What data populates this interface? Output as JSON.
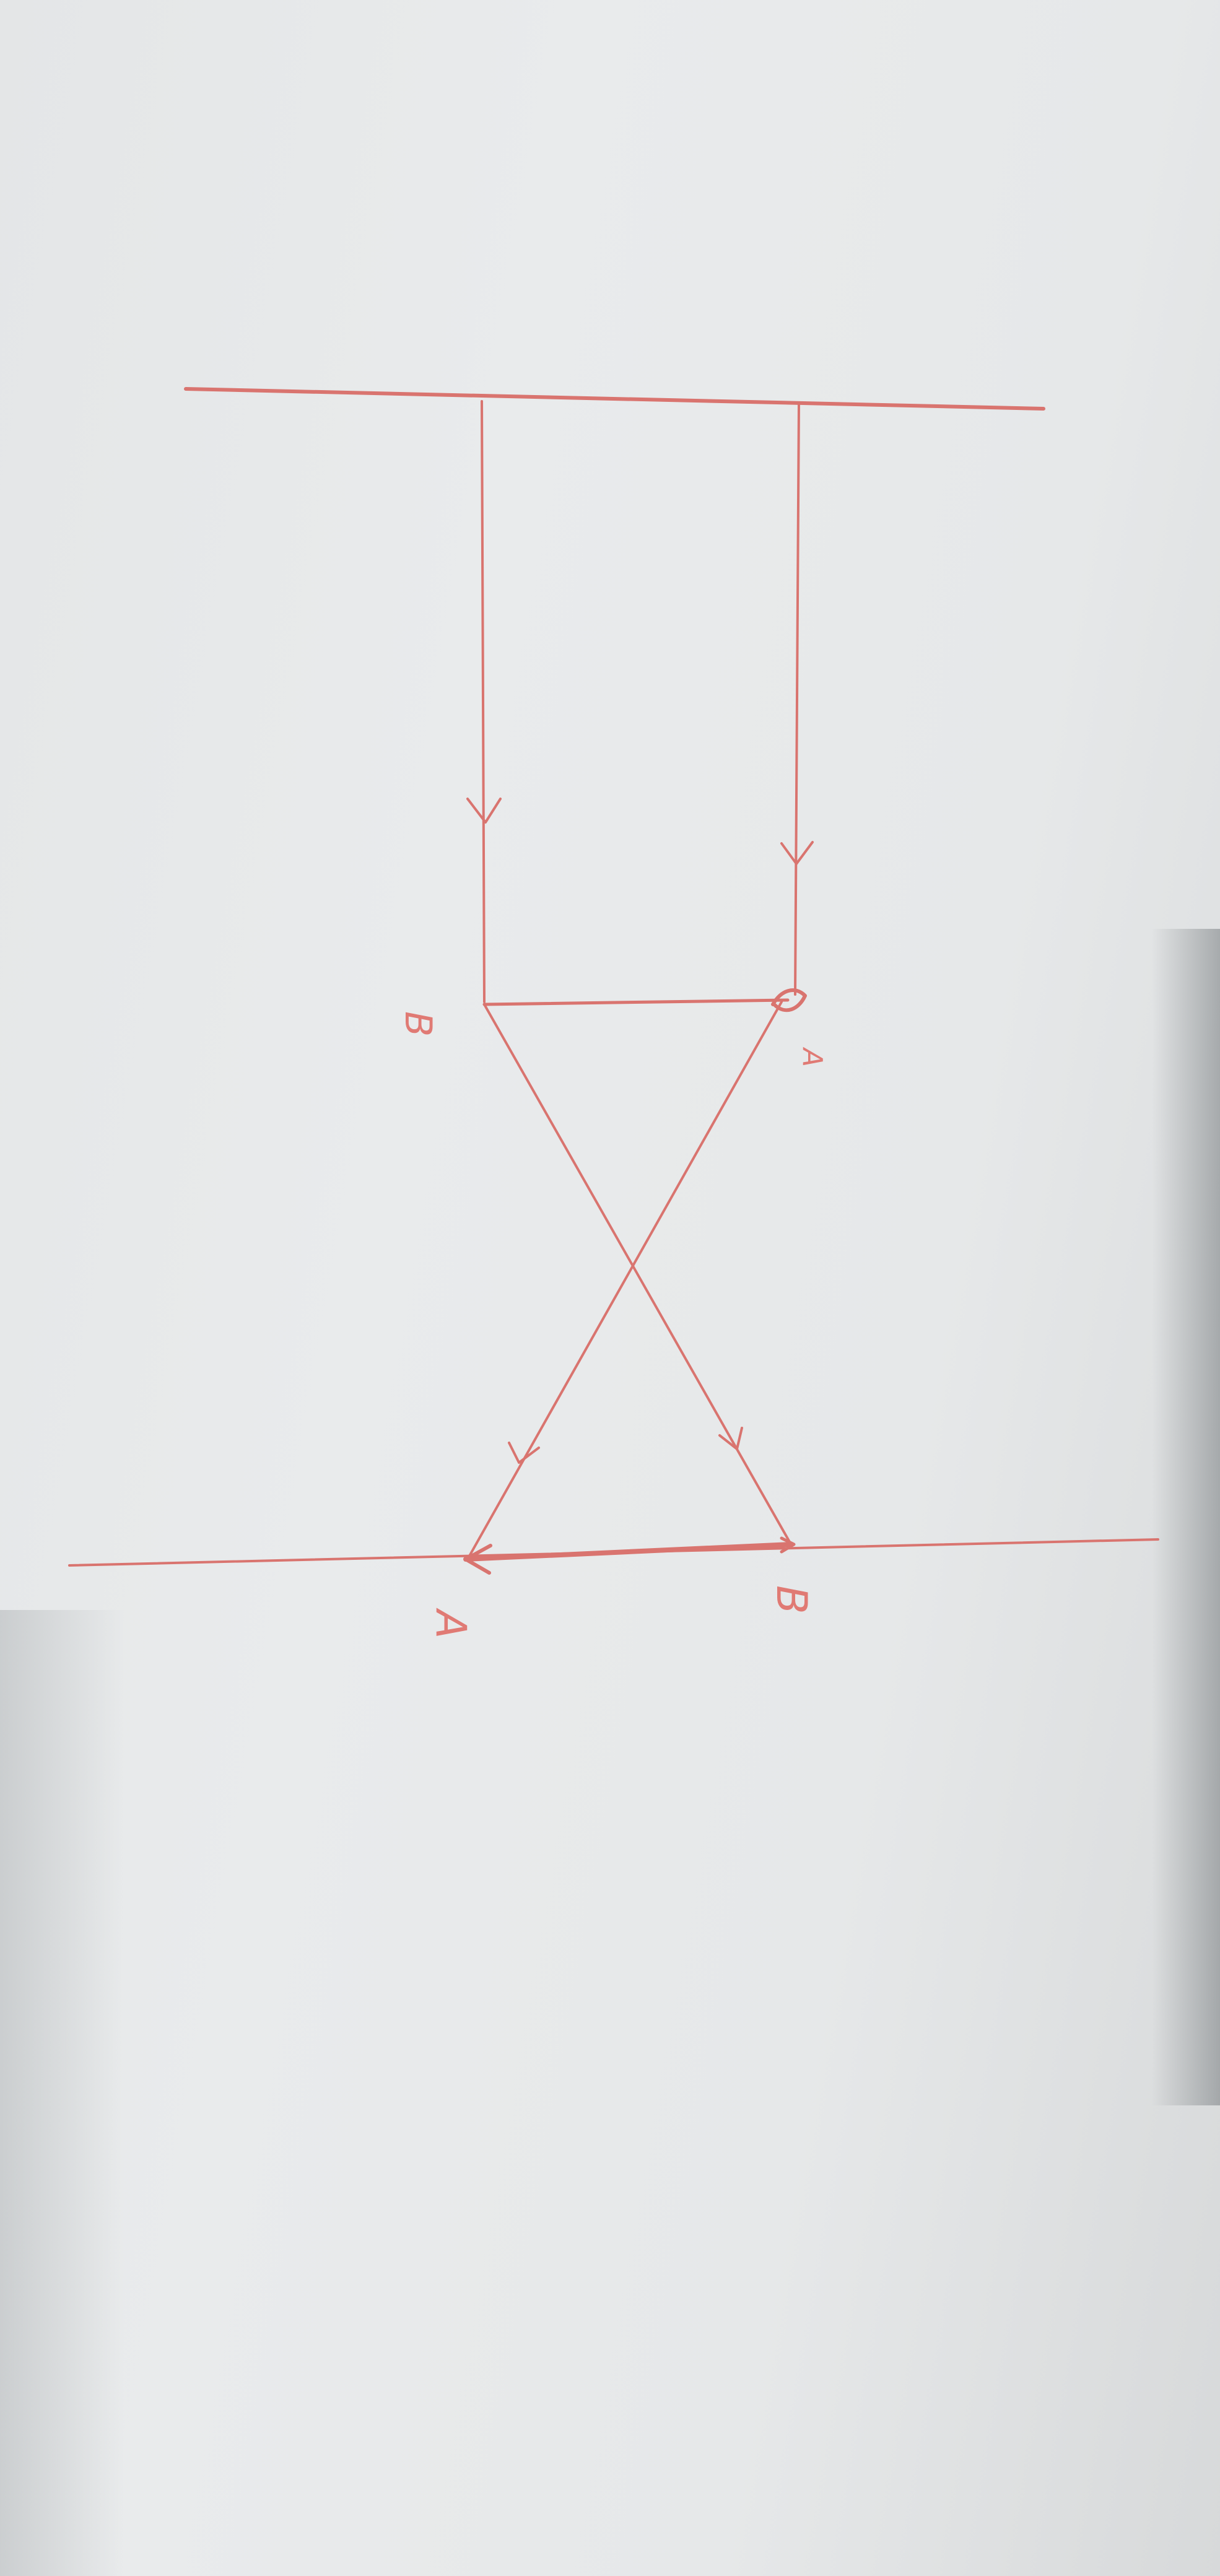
{
  "diagram": {
    "ink_color": "#d9746f",
    "paper_color": "#e8eaeb",
    "labels": {
      "object_b": "B",
      "object_a": "A",
      "image_a": "A",
      "image_b": "B"
    }
  }
}
